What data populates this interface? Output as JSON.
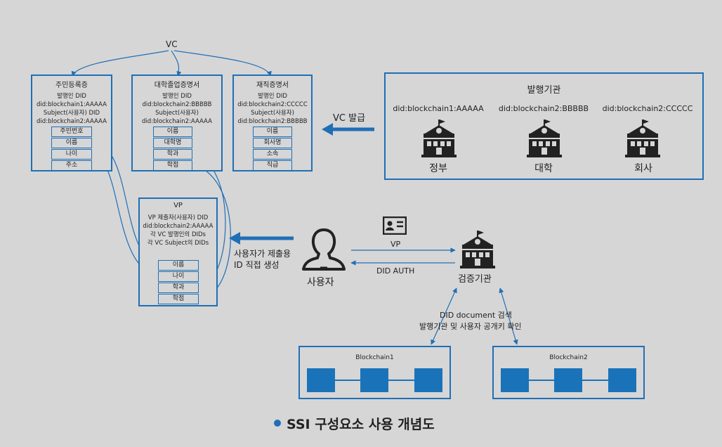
{
  "vc_label": "VC",
  "cards": [
    {
      "title": "주민등록증",
      "lines": [
        "발행인 DID",
        "did:blockchain1:AAAAA",
        "Subject(사용자) DID",
        "did:blockchain2:AAAAA"
      ],
      "fields": [
        "주민번호",
        "이름",
        "나이",
        "주소"
      ]
    },
    {
      "title": "대학졸업증명서",
      "lines": [
        "발행인 DID",
        "did:blockchain2:BBBBB",
        "Subject(사용자)",
        "did:blockchain2:AAAAA"
      ],
      "fields": [
        "이름",
        "대학명",
        "학과",
        "학점"
      ]
    },
    {
      "title": "재직증명서",
      "lines": [
        "발행인 DID",
        "did:blockchain2:CCCCC",
        "Subject(사용자)",
        "did:blockchain2:BBBBB"
      ],
      "fields": [
        "이름",
        "회사명",
        "소속",
        "직급"
      ]
    }
  ],
  "issuer": {
    "title": "발행기관",
    "orgs": [
      {
        "did": "did:blockchain1:AAAAA",
        "name": "정부"
      },
      {
        "did": "did:blockchain2:BBBBB",
        "name": "대학"
      },
      {
        "did": "did:blockchain2:CCCCC",
        "name": "회사"
      }
    ]
  },
  "vc_issue_label": "VC 발급",
  "vp": {
    "title": "VP",
    "lines": [
      "VP 제출자(사용자) DID",
      "did:blockchain2:AAAAA",
      "각 VC 발행인의 DIDs",
      "각 VC Subject의 DIDs"
    ],
    "fields": [
      "이름",
      "나이",
      "학과",
      "학점"
    ]
  },
  "user_create_label_1": "사용자가 제출용",
  "user_create_label_2": "ID 직접 생성",
  "user_label": "사용자",
  "verifier_label": "검증기관",
  "vp_arrow_label": "VP",
  "did_auth_label": "DID AUTH",
  "did_doc_label_1": "DID document 검색",
  "did_doc_label_2": "발행기관 및 사용자 공개키 확인",
  "blockchains": [
    "Blockchain1",
    "Blockchain2"
  ],
  "caption": "SSI 구성요소 사용 개념도",
  "colors": {
    "accent": "#1f6fb5",
    "icon": "#222222",
    "background": "#d6d6d6"
  }
}
